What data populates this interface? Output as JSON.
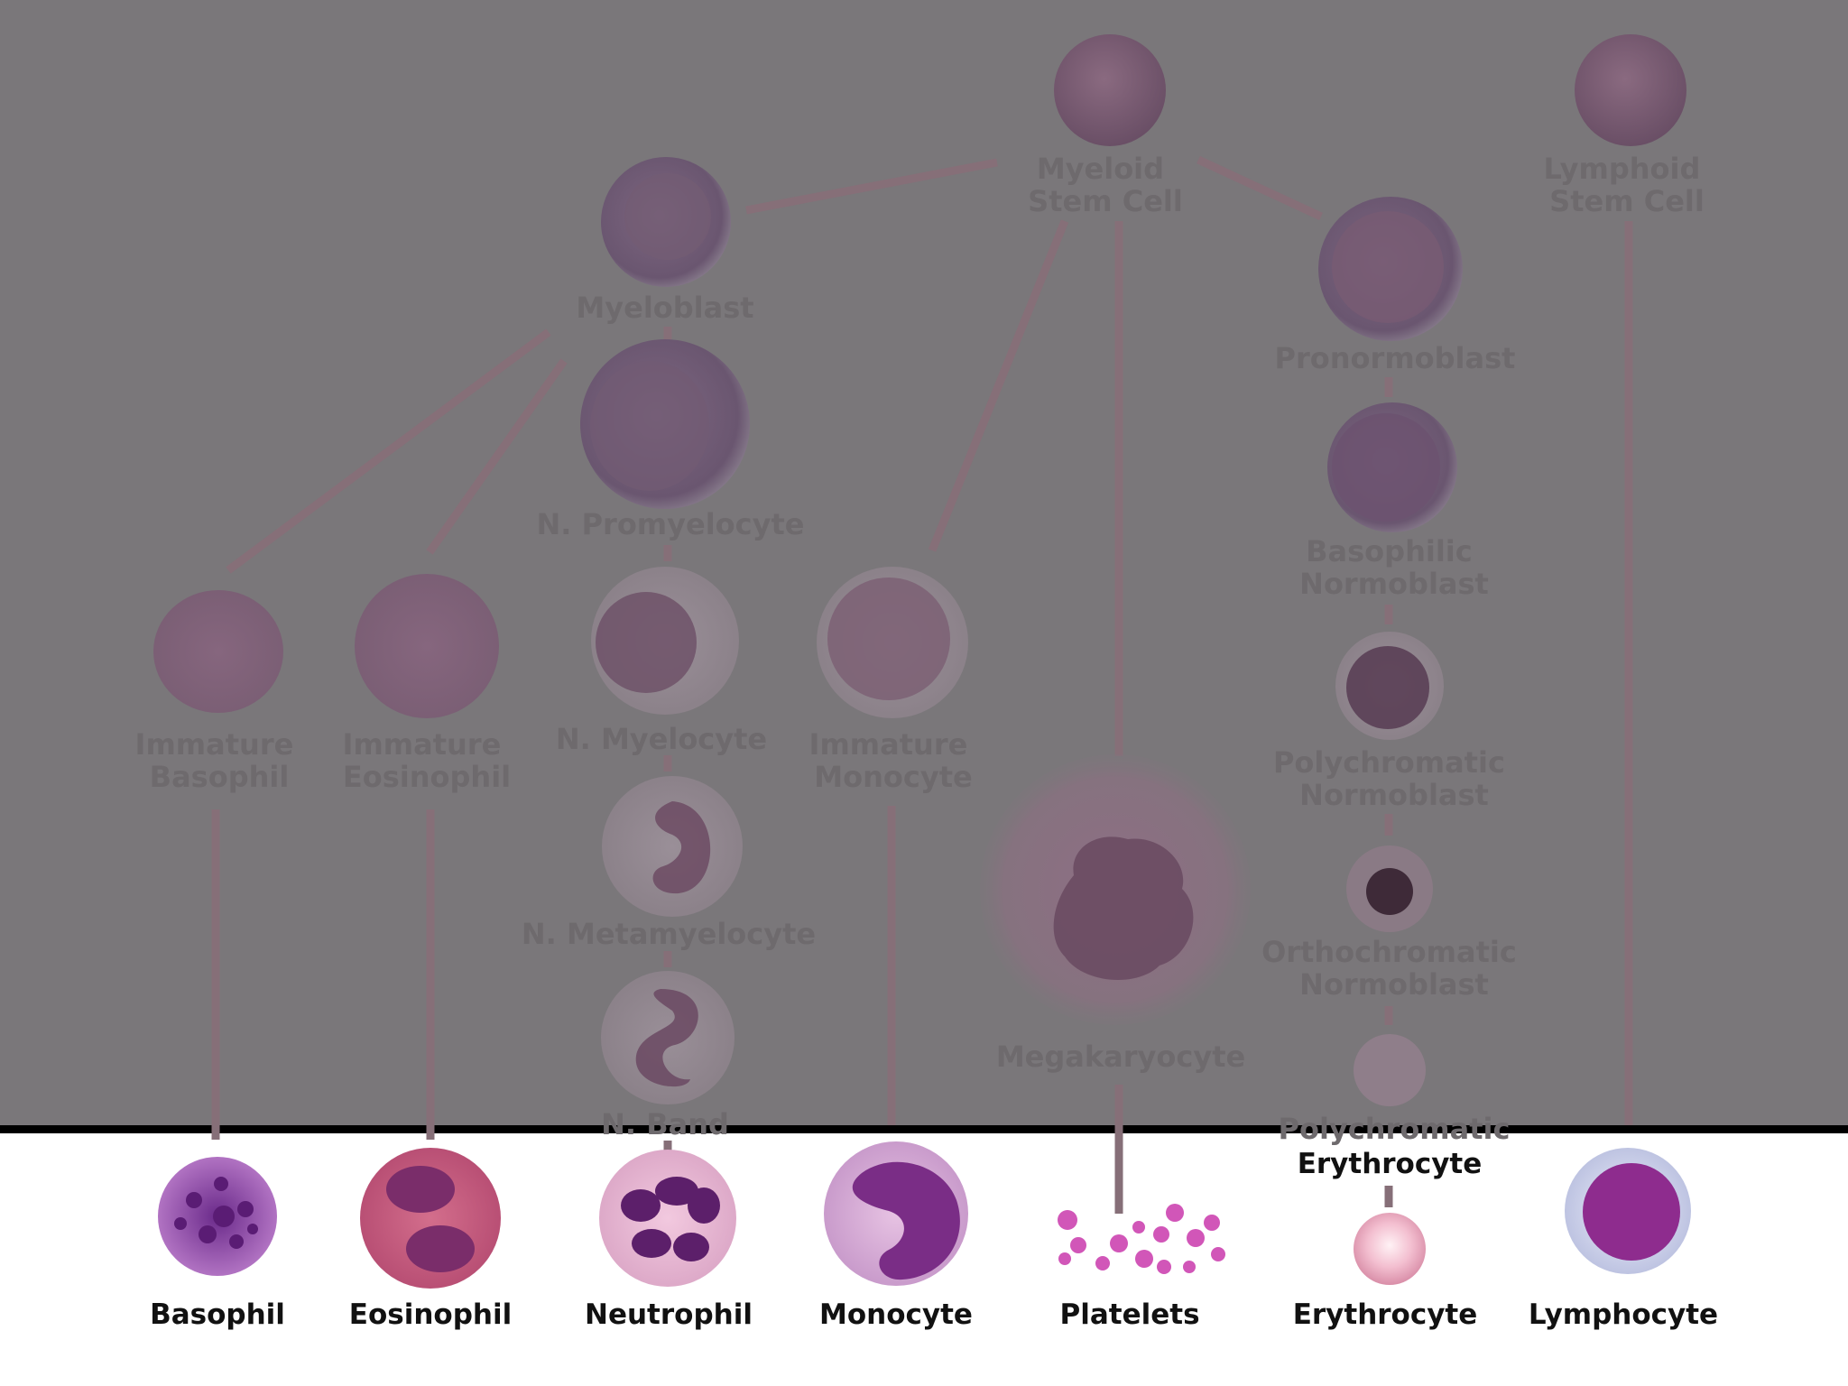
{
  "diagram": {
    "stem_cells": {
      "myeloid": [
        "Myeloid",
        "Stem Cell"
      ],
      "lymphoid": [
        "Lymphoid",
        "Stem Cell"
      ]
    },
    "intermediate_cells": {
      "myeloblast": [
        "Myeloblast"
      ],
      "n_promyelocyte": [
        "N. Promyelocyte"
      ],
      "immature_basophil": [
        "Immature",
        "Basophil"
      ],
      "immature_eosinophil": [
        "Immature",
        "Eosinophil"
      ],
      "n_myelocyte": [
        "N. Myelocyte"
      ],
      "immature_monocyte": [
        "Immature",
        "Monocyte"
      ],
      "n_metamyelocyte": [
        "N. Metamyelocyte"
      ],
      "n_band": [
        "N. Band"
      ],
      "megakaryocyte": [
        "Megakaryocyte"
      ],
      "pronormoblast": [
        "Pronormoblast"
      ],
      "basophilic_normoblast": [
        "Basophilic",
        "Normoblast"
      ],
      "polychromatic_normoblast": [
        "Polychromatic",
        "Normoblast"
      ],
      "orthochromatic_normoblast": [
        "Orthochromatic",
        "Normoblast"
      ],
      "polychromatic_erythrocyte": [
        "Polychromatic",
        "Erythrocyte"
      ]
    },
    "mature_cells": {
      "basophil": "Basophil",
      "eosinophil": "Eosinophil",
      "neutrophil": "Neutrophil",
      "monocyte": "Monocyte",
      "platelets": "Platelets",
      "erythrocyte": "Erythrocyte",
      "lymphocyte": "Lymphocyte"
    },
    "colors": {
      "dim_overlay": "#7a777a",
      "divider": "#000000",
      "connector": "#866f78",
      "dim_label": "#6e6a6d",
      "final_label": "#111111"
    }
  }
}
